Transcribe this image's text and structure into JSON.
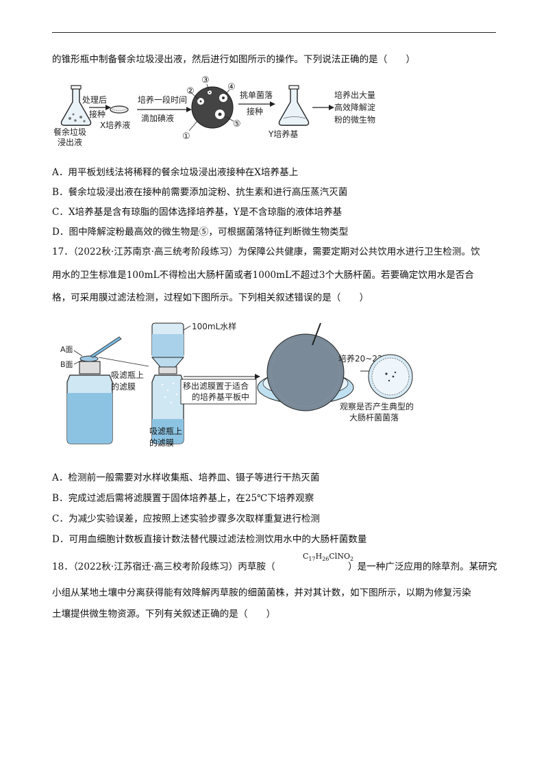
{
  "q16": {
    "intro": "的锥形瓶中制备餐余垃圾浸出液，然后进行如图所示的操作。下列说法正确的是（　　）",
    "figure": {
      "left_flask": [
        "餐余垃圾",
        "浸出液"
      ],
      "arrow1": [
        "处理后",
        "接种"
      ],
      "dish_label": "X培养液",
      "arrow2": [
        "培养一段时间",
        "滴加碘液"
      ],
      "circle_nums": [
        "①",
        "②",
        "③",
        "④",
        "⑤"
      ],
      "arrow3": [
        "挑单菌落",
        "接种"
      ],
      "right_flask": "Y培养基",
      "result": [
        "培养出大量",
        "高效降解淀",
        "粉的微生物"
      ]
    },
    "options": [
      "A．用平板划线法将稀释的餐余垃圾浸出液接种在X培养基上",
      "B．餐余垃圾浸出液在接种前需要添加淀粉、抗生素和进行高压蒸汽灭菌",
      "C．X培养基是含有琼脂的固体选择培养基，Y是不含琼脂的液体培养基",
      "D．图中降解淀粉最高效的微生物是⑤，可根据菌落特征判断微生物类型"
    ]
  },
  "q17": {
    "line1": "17．（2022秋·江苏南京·高三统考阶段练习）为保障公共健康，需要定期对公共饮用水进行卫生检测。饮",
    "line2": "用水的卫生标准是100mL不得检出大肠杆菌或者1000mL不超过3个大肠杆菌。若要确定饮用水是否合",
    "line3": "格，可采用膜过滤法检测，过程如下图所示。下列相关叙述错误的是（　　）",
    "figure": {
      "face_a": "A面",
      "face_b": "B面",
      "filter_label1": [
        "吸滤瓶上",
        "的滤膜"
      ],
      "sample": "100mL水样",
      "move": [
        "移出滤膜置于适合",
        "的培养基平板中"
      ],
      "filter_label2": [
        "吸滤瓶上",
        "的滤膜"
      ],
      "incubate": "培养20~22h",
      "observe": [
        "观察是否产生典型的",
        "大肠杆菌菌落"
      ]
    },
    "options": [
      "A．检测前一般需要对水样收集瓶、培养皿、镊子等进行干热灭菌",
      "B．完成过滤后需将滤膜置于固体培养基上，在25℃下培养观察",
      "C．为减少实验误差，应按照上述实验步骤多次取样重复进行检测",
      "D．可用血细胞计数板直接计数法替代膜过滤法检测饮用水中的大肠杆菌数量"
    ]
  },
  "q18": {
    "line1_a": "18．（2022秋·江苏宿迁·高三校考阶段练习）丙草胺（",
    "formula": {
      "c": "C",
      "c_n": "17",
      "h": "H",
      "h_n": "26",
      "rest": "ClNO",
      "o_n": "2"
    },
    "line1_b": "）是一种广泛应用的除草剂。某研究",
    "line2": "小组从某地土壤中分离获得能有效降解丙草胺的细菌菌株，并对其计数，如下图所示，以期为修复污染",
    "line3": "土壤提供微生物资源。下列有关叙述正确的是（　　）"
  }
}
